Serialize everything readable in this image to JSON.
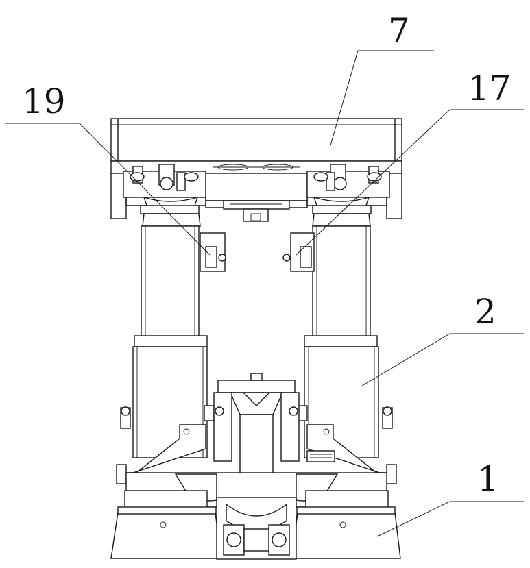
{
  "figure": {
    "labels": [
      {
        "id": "part-7",
        "text": "7"
      },
      {
        "id": "part-19",
        "text": "19"
      },
      {
        "id": "part-17",
        "text": "17"
      },
      {
        "id": "part-2",
        "text": "2"
      },
      {
        "id": "part-1",
        "text": "1"
      }
    ]
  }
}
